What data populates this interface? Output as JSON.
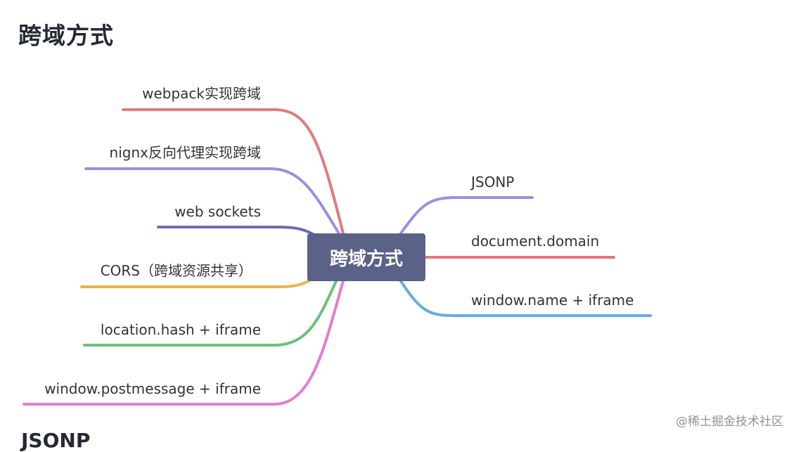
{
  "page_title": "跨域方式",
  "center_label": "跨域方式",
  "left_branches": [
    {
      "label": "webpack实现跨域",
      "color": "#e07b7b"
    },
    {
      "label": "nignx反向代理实现跨域",
      "color": "#9c8fe0"
    },
    {
      "label": "web sockets",
      "color": "#7466b8"
    },
    {
      "label": "CORS（跨域资源共享）",
      "color": "#e5b54a"
    },
    {
      "label": "location.hash + iframe",
      "color": "#6cc07a"
    },
    {
      "label": "window.postmessage + iframe",
      "color": "#df7fcf"
    }
  ],
  "right_branches": [
    {
      "label": "JSONP",
      "color": "#9c8fe0"
    },
    {
      "label": "document.domain",
      "color": "#e07b7b"
    },
    {
      "label": "window.name + iframe",
      "color": "#6aabe0"
    }
  ],
  "next_heading": "JSONP",
  "watermark": "@稀土掘金技术社区"
}
